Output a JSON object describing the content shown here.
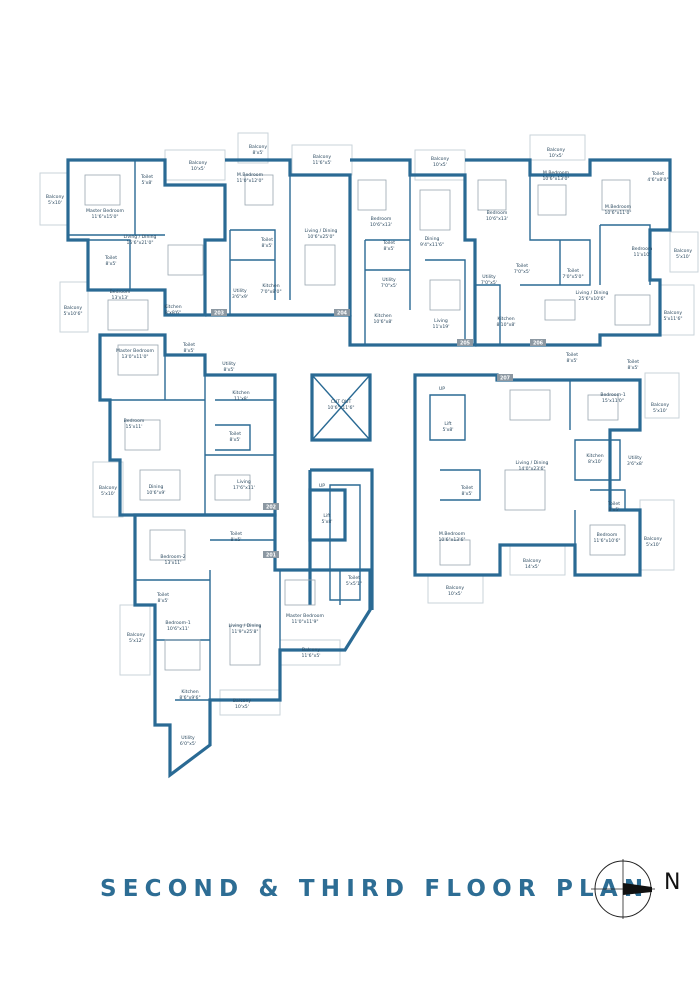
{
  "title": "SECOND & THIRD FLOOR PLAN",
  "north": "N",
  "rooms": [
    {
      "id": "r1",
      "name": "Balcony",
      "dim": "5'x10'"
    },
    {
      "id": "r2",
      "name": "Master Bedroom",
      "dim": "11'6\"x15'0\""
    },
    {
      "id": "r3",
      "name": "Toilet",
      "dim": "5'x8'"
    },
    {
      "id": "r4",
      "name": "Balcony",
      "dim": "10'x5'"
    },
    {
      "id": "r5",
      "name": "Balcony",
      "dim": "8'x5'"
    },
    {
      "id": "r6",
      "name": "M.Bedroom",
      "dim": "11'0\"x12'0\""
    },
    {
      "id": "r7",
      "name": "Balcony",
      "dim": "11'6\"x5'"
    },
    {
      "id": "r8",
      "name": "Living / Dining",
      "dim": "10'6\"x25'0\""
    },
    {
      "id": "r9",
      "name": "Bedroom",
      "dim": "10'6\"x13'"
    },
    {
      "id": "r10",
      "name": "Balcony",
      "dim": "10'x5'"
    },
    {
      "id": "r11",
      "name": "Dining",
      "dim": "9'4\"x11'6\""
    },
    {
      "id": "r12",
      "name": "Bedroom",
      "dim": "10'6\"x13'"
    },
    {
      "id": "r13",
      "name": "Balcony",
      "dim": "10'x5'"
    },
    {
      "id": "r14",
      "name": "M.Bedroom",
      "dim": "10'6\"x13'0\""
    },
    {
      "id": "r15",
      "name": "M.Bedroom",
      "dim": "10'6\"x11'0\""
    },
    {
      "id": "r16",
      "name": "Toilet",
      "dim": "4'6\"x8'0\""
    },
    {
      "id": "r17",
      "name": "Living / Dining",
      "dim": "15'6\"x21'0\""
    },
    {
      "id": "r18",
      "name": "Toilet",
      "dim": "8'x5'"
    },
    {
      "id": "r19",
      "name": "Toilet",
      "dim": "8'x5'"
    },
    {
      "id": "r20",
      "name": "Toilet",
      "dim": "7'0\"x5'"
    },
    {
      "id": "r21",
      "name": "Utility",
      "dim": "7'0\"x5'"
    },
    {
      "id": "r22",
      "name": "Bedroom",
      "dim": "11'x10'"
    },
    {
      "id": "r23",
      "name": "Balcony",
      "dim": "5'x10'"
    },
    {
      "id": "r24",
      "name": "Bedroom",
      "dim": "13'x13'"
    },
    {
      "id": "r25",
      "name": "Utility",
      "dim": "3'6\"x9'"
    },
    {
      "id": "r26",
      "name": "Kitchen",
      "dim": "7'0\"x8'0\""
    },
    {
      "id": "r27",
      "name": "Utility",
      "dim": "7'0\"x5'"
    },
    {
      "id": "r28",
      "name": "Toilet",
      "dim": "7'0\"x5'0\""
    },
    {
      "id": "r29",
      "name": "Toilet",
      "dim": "8'x5'"
    },
    {
      "id": "r30",
      "name": "Balcony",
      "dim": "5'x10'6\""
    },
    {
      "id": "r31",
      "name": "Kitchen",
      "dim": "8'x8'6\""
    },
    {
      "id": "r32",
      "name": "Living",
      "dim": "11'x19'"
    },
    {
      "id": "r33",
      "name": "Kitchen",
      "dim": "10'6\"x8'"
    },
    {
      "id": "r34",
      "name": "Kitchen",
      "dim": "8'10\"x8'"
    },
    {
      "id": "r35",
      "name": "Living / Dining",
      "dim": "25'6\"x10'6\""
    },
    {
      "id": "r36",
      "name": "Balcony",
      "dim": "5'x11'6\""
    },
    {
      "id": "r37",
      "name": "Master Bedroom",
      "dim": "13'0\"x11'0\""
    },
    {
      "id": "r38",
      "name": "Toilet",
      "dim": "8'x5'"
    },
    {
      "id": "r39",
      "name": "Utility",
      "dim": "8'x5'"
    },
    {
      "id": "r40",
      "name": "CUT OUT",
      "dim": "10'6\"x11'6\""
    },
    {
      "id": "r41",
      "name": "Toilet",
      "dim": "8'x5'"
    },
    {
      "id": "r42",
      "name": "Toilet",
      "dim": "8'x5'"
    },
    {
      "id": "r43",
      "name": "Kitchen",
      "dim": "11'x8'"
    },
    {
      "id": "r44",
      "name": "Lift",
      "dim": "5'x8'"
    },
    {
      "id": "r45",
      "name": "Bedroom-1",
      "dim": "15'x11'0\""
    },
    {
      "id": "r46",
      "name": "Balcony",
      "dim": "5'x10'"
    },
    {
      "id": "r47",
      "name": "Toilet",
      "dim": "8'x5'"
    },
    {
      "id": "r48",
      "name": "Bedroom",
      "dim": "15'x11'"
    },
    {
      "id": "r49",
      "name": "Kitchen",
      "dim": "8'x10'"
    },
    {
      "id": "r50",
      "name": "Utility",
      "dim": "3'6\"x8'"
    },
    {
      "id": "r51",
      "name": "Living / Dining",
      "dim": "14'0\"x23'6\""
    },
    {
      "id": "r52",
      "name": "Living",
      "dim": "17'6\"x11'"
    },
    {
      "id": "r53",
      "name": "Balcony",
      "dim": "5'x10'"
    },
    {
      "id": "r54",
      "name": "Dining",
      "dim": "10'6\"x9'"
    },
    {
      "id": "r55",
      "name": "Toilet",
      "dim": "8'x5'"
    },
    {
      "id": "r56",
      "name": "Toilet",
      "dim": "8'x5'"
    },
    {
      "id": "r57",
      "name": "M.Bedroom",
      "dim": "10'6\"x13'6\""
    },
    {
      "id": "r58",
      "name": "Bedroom",
      "dim": "11'6\"x10'6\""
    },
    {
      "id": "r59",
      "name": "Toilet",
      "dim": "8'x5'"
    },
    {
      "id": "r60",
      "name": "Lift",
      "dim": "5'x8'"
    },
    {
      "id": "r61",
      "name": "Bedroom-2",
      "dim": "13'x11'"
    },
    {
      "id": "r62",
      "name": "Toilet",
      "dim": "5'x5'1\""
    },
    {
      "id": "r63",
      "name": "Balcony",
      "dim": "5'x10'"
    },
    {
      "id": "r64",
      "name": "Balcony",
      "dim": "14'x5'"
    },
    {
      "id": "r65",
      "name": "Balcony",
      "dim": "10'x5'"
    },
    {
      "id": "r66",
      "name": "Toilet",
      "dim": "8'x5'"
    },
    {
      "id": "r67",
      "name": "Bedroom-1",
      "dim": "10'6\"x11'"
    },
    {
      "id": "r68",
      "name": "Living / Dining",
      "dim": "11'9\"x25'8\""
    },
    {
      "id": "r69",
      "name": "Master Bedroom",
      "dim": "11'0\"x11'9\""
    },
    {
      "id": "r70",
      "name": "Balcony",
      "dim": "5'x12'"
    },
    {
      "id": "r71",
      "name": "Balcony",
      "dim": "11'6\"x5'"
    },
    {
      "id": "r72",
      "name": "Kitchen",
      "dim": "8'6\"x9'6\""
    },
    {
      "id": "r73",
      "name": "Balcony",
      "dim": "10'x5'"
    },
    {
      "id": "r74",
      "name": "Utility",
      "dim": "6'0\"x5'"
    }
  ],
  "unit_tags": [
    "203",
    "204",
    "205",
    "206",
    "207",
    "202",
    "201"
  ],
  "stair_labels": [
    "UP",
    "UP"
  ]
}
